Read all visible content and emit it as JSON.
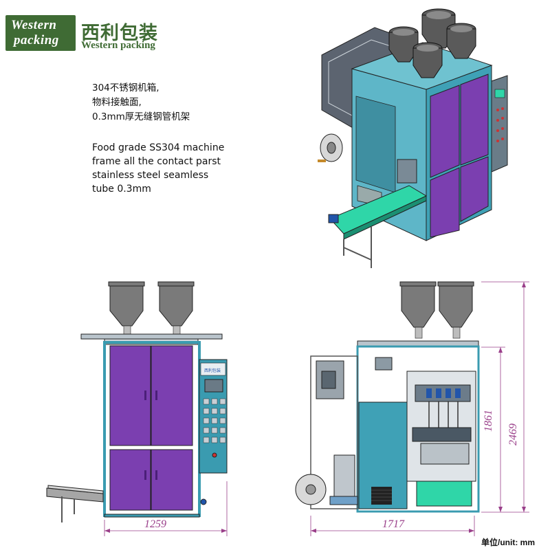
{
  "logo": {
    "line1": "Western",
    "line2": "packing",
    "chinese": "西利包装",
    "english": "Western packing"
  },
  "description": {
    "cn": [
      "304不锈钢机箱,",
      "物料接触面,",
      "0.3mm厚无缝钢管机架"
    ],
    "en": [
      "Food grade SS304 machine",
      "frame all the contact parst",
      "stainless steel seamless",
      "tube 0.3mm"
    ]
  },
  "dimensions": {
    "width_front": "1259",
    "width_side": "1717",
    "height_body": "1861",
    "height_total": "2469"
  },
  "unit_label": "单位/unit: mm",
  "panel_brand": "西利包装",
  "colors": {
    "body": "#7b3fb0",
    "frame": "#3a9bb0",
    "conveyor": "#2fd6a8",
    "hopper": "#7a7a7a",
    "logo_green": "#3f6b34",
    "dimension": "#9a3f8a"
  }
}
